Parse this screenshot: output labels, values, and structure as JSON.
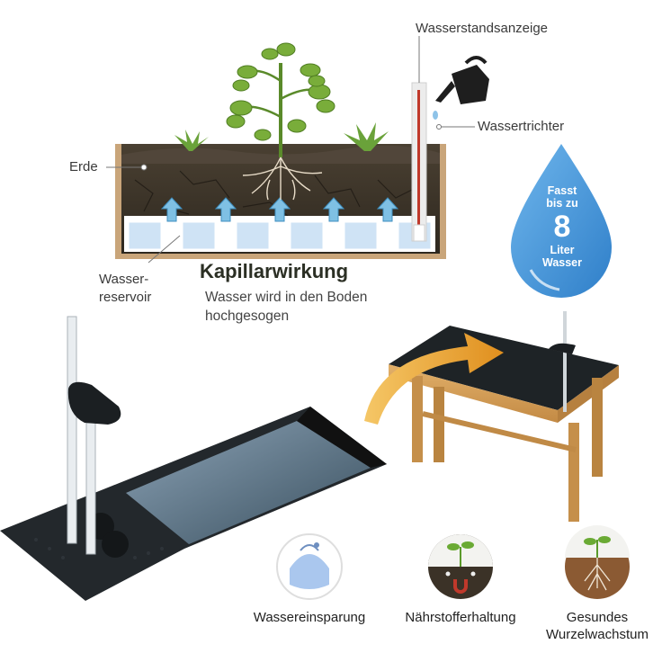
{
  "labels": {
    "wasserstandsanzeige": "Wasserstandsanzeige",
    "wassertrichter": "Wassertrichter",
    "erde": "Erde",
    "wasser_reservoir_line1": "Wasser-",
    "wasser_reservoir_line2": "reservoir"
  },
  "capillary": {
    "title": "Kapillarwirkung",
    "line1": "Wasser wird in den Boden",
    "line2": "hochgesogen"
  },
  "drop": {
    "line1": "Fasst",
    "line2": "bis zu",
    "number": "8",
    "line3": "Liter",
    "line4": "Wasser",
    "color": "#3b8fd6"
  },
  "features": [
    {
      "label": "Wassereinsparung",
      "icon": "water-saving-icon"
    },
    {
      "label": "Nährstofferhaltung",
      "icon": "nutrient-retention-icon"
    },
    {
      "label_line1": "Gesundes",
      "label_line2": "Wurzelwachstum",
      "icon": "root-growth-icon"
    }
  ],
  "colors": {
    "soil": "#3a3226",
    "water": "#cfe3f5",
    "arrow": "#5aa6d6",
    "wood": "#d39a52",
    "tray": "#22272b",
    "orange_arrow": "#e8a23a"
  }
}
